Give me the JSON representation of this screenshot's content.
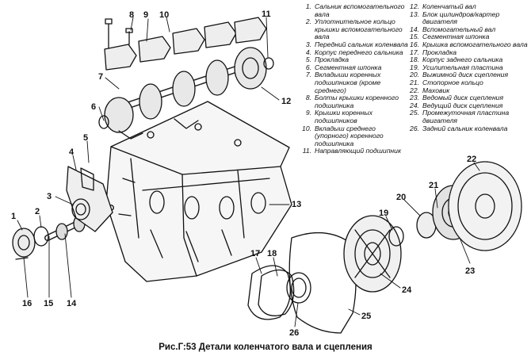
{
  "legend": {
    "col1": [
      {
        "num": "1.",
        "text": "Сальник вспомогательного вала"
      },
      {
        "num": "2.",
        "text": "Уплотнительное кольцо крышки вспомогательного вала"
      },
      {
        "num": "3.",
        "text": "Передний сальник коленвала"
      },
      {
        "num": "4.",
        "text": "Корпус переднего сальника"
      },
      {
        "num": "5.",
        "text": "Прокладка"
      },
      {
        "num": "6.",
        "text": "Сегментная шпонка"
      },
      {
        "num": "7.",
        "text": "Вкладыши коренных подшипников (кроме среднего)"
      },
      {
        "num": "8.",
        "text": "Болты крышки коренного подшипника"
      },
      {
        "num": "9.",
        "text": "Крышки коренных подшипников"
      },
      {
        "num": "10.",
        "text": "Вкладыш среднего (упорного) коренного подшипника"
      },
      {
        "num": "11.",
        "text": "Направляющий подшипник"
      }
    ],
    "col2": [
      {
        "num": "12.",
        "text": "Коленчатый вал"
      },
      {
        "num": "13.",
        "text": "Блок цилиндров/картер двигателя"
      },
      {
        "num": "14.",
        "text": "Вспомогательный вал"
      },
      {
        "num": "15.",
        "text": "Сегментная шпонка"
      },
      {
        "num": "16.",
        "text": "Крышка вспомогательного вала"
      },
      {
        "num": "17.",
        "text": "Прокладка"
      },
      {
        "num": "18.",
        "text": "Корпус заднего сальника"
      },
      {
        "num": "19.",
        "text": "Усилительная пластина"
      },
      {
        "num": "20.",
        "text": "Выжимной диск сцепления"
      },
      {
        "num": "21.",
        "text": "Стопорное кольцо"
      },
      {
        "num": "22.",
        "text": "Маховик"
      },
      {
        "num": "23.",
        "text": "Ведомый диск сцепления"
      },
      {
        "num": "24.",
        "text": "Ведущий диск сцепления"
      },
      {
        "num": "25.",
        "text": "Промежуточная пластина двигателя"
      },
      {
        "num": "26.",
        "text": "Задний сальник коленвала"
      }
    ]
  },
  "callouts": [
    "1",
    "2",
    "3",
    "4",
    "5",
    "6",
    "7",
    "8",
    "9",
    "10",
    "11",
    "12",
    "13",
    "14",
    "15",
    "16",
    "17",
    "18",
    "19",
    "20",
    "21",
    "22",
    "23",
    "24",
    "25",
    "26"
  ],
  "caption": "Рис.Г:53 Детали коленчатого вала и сцепления"
}
